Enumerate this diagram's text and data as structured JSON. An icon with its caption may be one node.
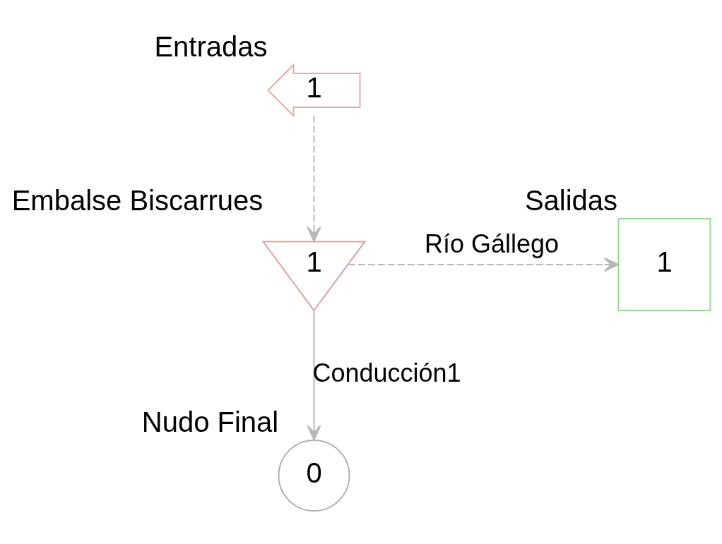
{
  "diagram": {
    "nodes": [
      {
        "text": [
          "1"
        ],
        "beside": [
          "Entradas"
        ]
      },
      {
        "text": [
          "1"
        ],
        "beside": [
          "Embalse Biscarrues"
        ]
      },
      {
        "text": [
          "1"
        ],
        "beside": [
          "Salidas"
        ]
      },
      {
        "text": [
          "0"
        ],
        "beside": [
          "Nudo Final"
        ]
      }
    ],
    "edges": [
      {
        "from": 0,
        "to": 1,
        "arrow": "to",
        "style": "dashed"
      },
      {
        "from": 1,
        "to": 2,
        "arrow": "to",
        "style": "dashed",
        "label": "Río Gállego"
      },
      {
        "from": 1,
        "to": 3,
        "arrow": "to",
        "label": "Conducción1"
      }
    ]
  }
}
